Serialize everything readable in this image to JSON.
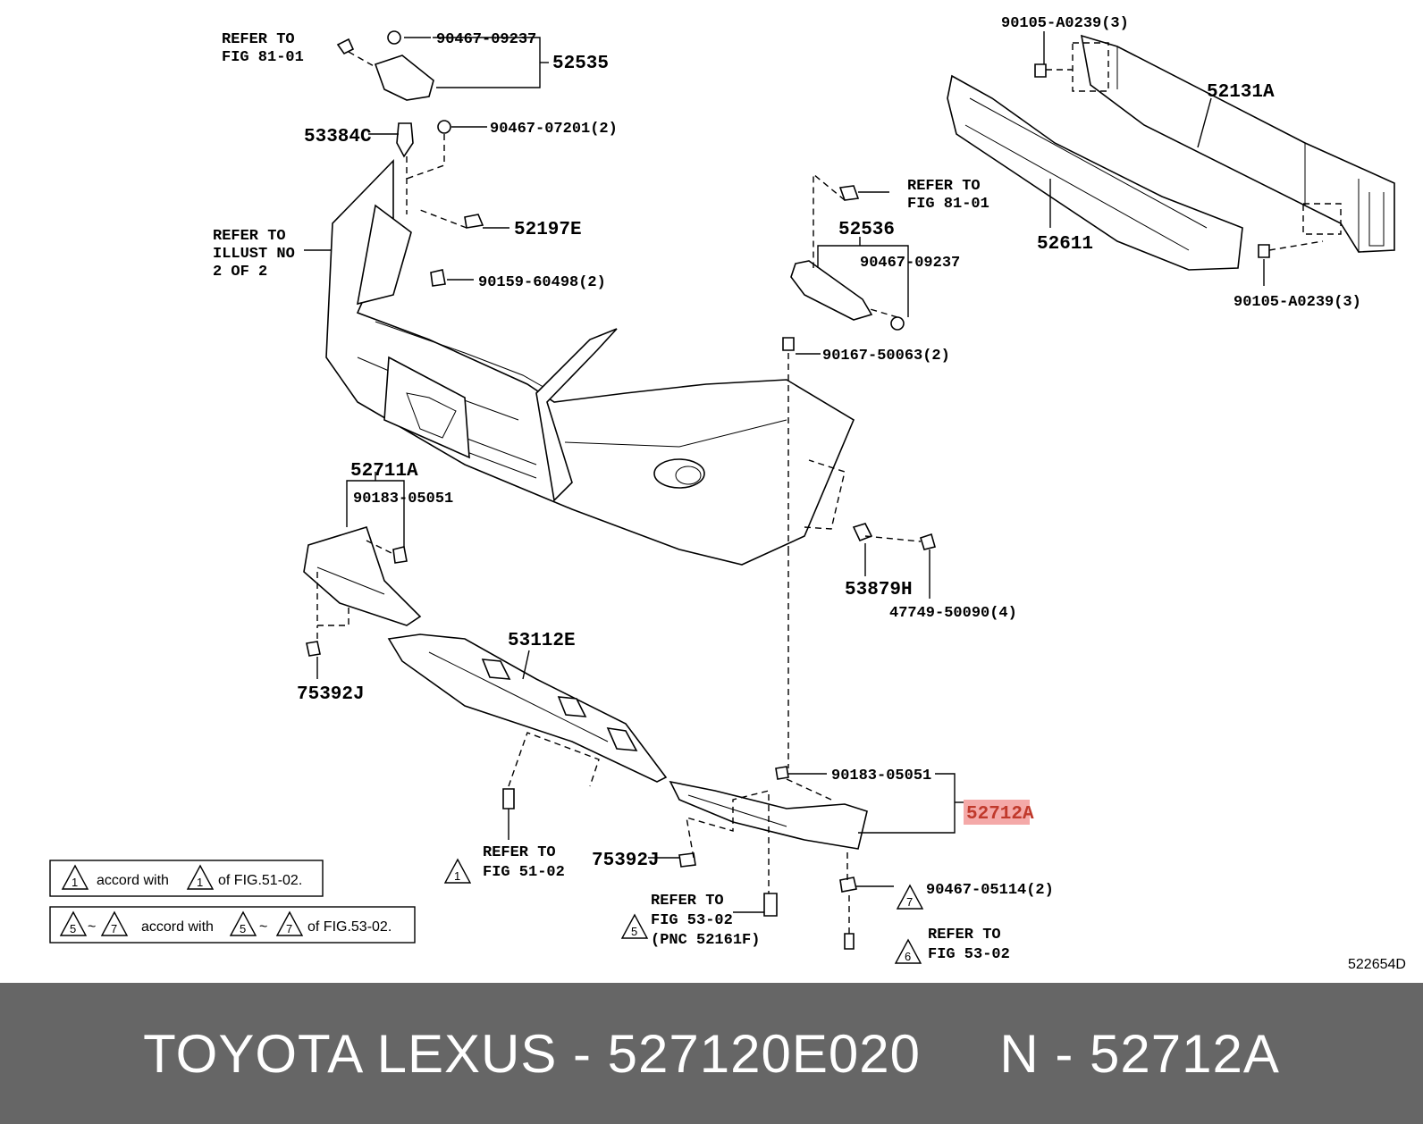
{
  "labels": {
    "refer_fig_81_01_top": [
      "REFER TO",
      "FIG 81-01"
    ],
    "p_90467_09237_top": "90467-09237",
    "p_52535": "52535",
    "p_53384c": "53384C",
    "p_90467_07201": "90467-07201(2)",
    "refer_illust": [
      "REFER TO",
      "ILLUST NO",
      "2 OF 2"
    ],
    "p_52197e": "52197E",
    "p_90159_60498": "90159-60498(2)",
    "refer_fig_81_01_right": [
      "REFER TO",
      "FIG 81-01"
    ],
    "p_52536": "52536",
    "p_90467_09237_right": "90467-09237",
    "p_90167_50063": "90167-50063(2)",
    "p_90105_a0239_top": "90105-A0239(3)",
    "p_52131a": "52131A",
    "p_52611": "52611",
    "p_90105_a0239_bottom": "90105-A0239(3)",
    "p_52711a": "52711A",
    "p_90183_05051_left": "90183-05051",
    "p_53879h": "53879H",
    "p_47749_50090": "47749-50090(4)",
    "p_53112e": "53112E",
    "p_75392j_left": "75392J",
    "p_90183_05051_right": "90183-05051",
    "p_52712a": "52712A",
    "refer_fig_51_02": [
      "REFER TO",
      "FIG 51-02"
    ],
    "p_75392j_right": "75392J",
    "refer_fig_53_02_pnc": [
      "REFER TO",
      "FIG 53-02",
      "(PNC 52161F)"
    ],
    "p_90467_05114": "90467-05114(2)",
    "refer_fig_53_02": [
      "REFER TO",
      "FIG 53-02"
    ],
    "diagram_code": "522654D"
  },
  "marks": {
    "m1": "1",
    "m5": "5",
    "m6": "6",
    "m7": "7"
  },
  "notes": {
    "note1": {
      "accord_with": "accord with",
      "of_fig": "of FIG.51-02."
    },
    "note2": {
      "tilde": "~",
      "accord_with": "accord with",
      "of_fig": "of FIG.53-02."
    }
  },
  "footer": {
    "title": "TOYOTA LEXUS - 527120E020     N - 52712A"
  },
  "colors": {
    "highlight_fill": "#f4a9a8",
    "footer_bg": "#666666"
  }
}
